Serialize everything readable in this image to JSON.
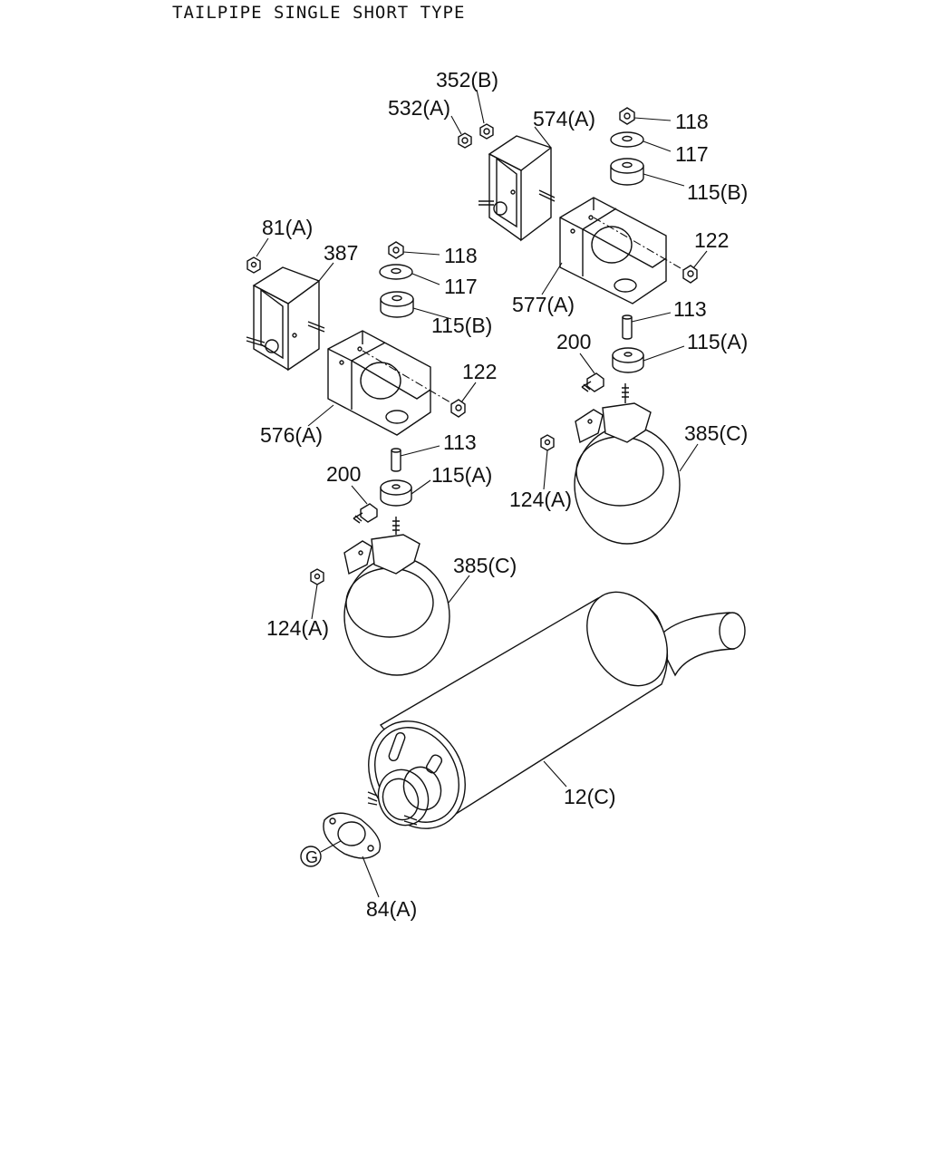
{
  "title": "TAILPIPE SINGLE SHORT TYPE",
  "labels": {
    "p352b": "352(B)",
    "p532a": "532(A)",
    "p574a": "574(A)",
    "p118_right": "118",
    "p117_right": "117",
    "p115b_right": "115(B)",
    "p122_right": "122",
    "p577a": "577(A)",
    "p113_right": "113",
    "p200_right": "200",
    "p115a_right": "115(A)",
    "p385c_right": "385(C)",
    "p124a_right": "124(A)",
    "p81a": "81(A)",
    "p387": "387",
    "p118_left": "118",
    "p117_left": "117",
    "p115b_left": "115(B)",
    "p122_left": "122",
    "p576a": "576(A)",
    "p113_left": "113",
    "p200_left": "200",
    "p115a_left": "115(A)",
    "p385c_left": "385(C)",
    "p124a_left": "124(A)",
    "p12c": "12(C)",
    "g_mark": "G",
    "p84a": "84(A)"
  }
}
